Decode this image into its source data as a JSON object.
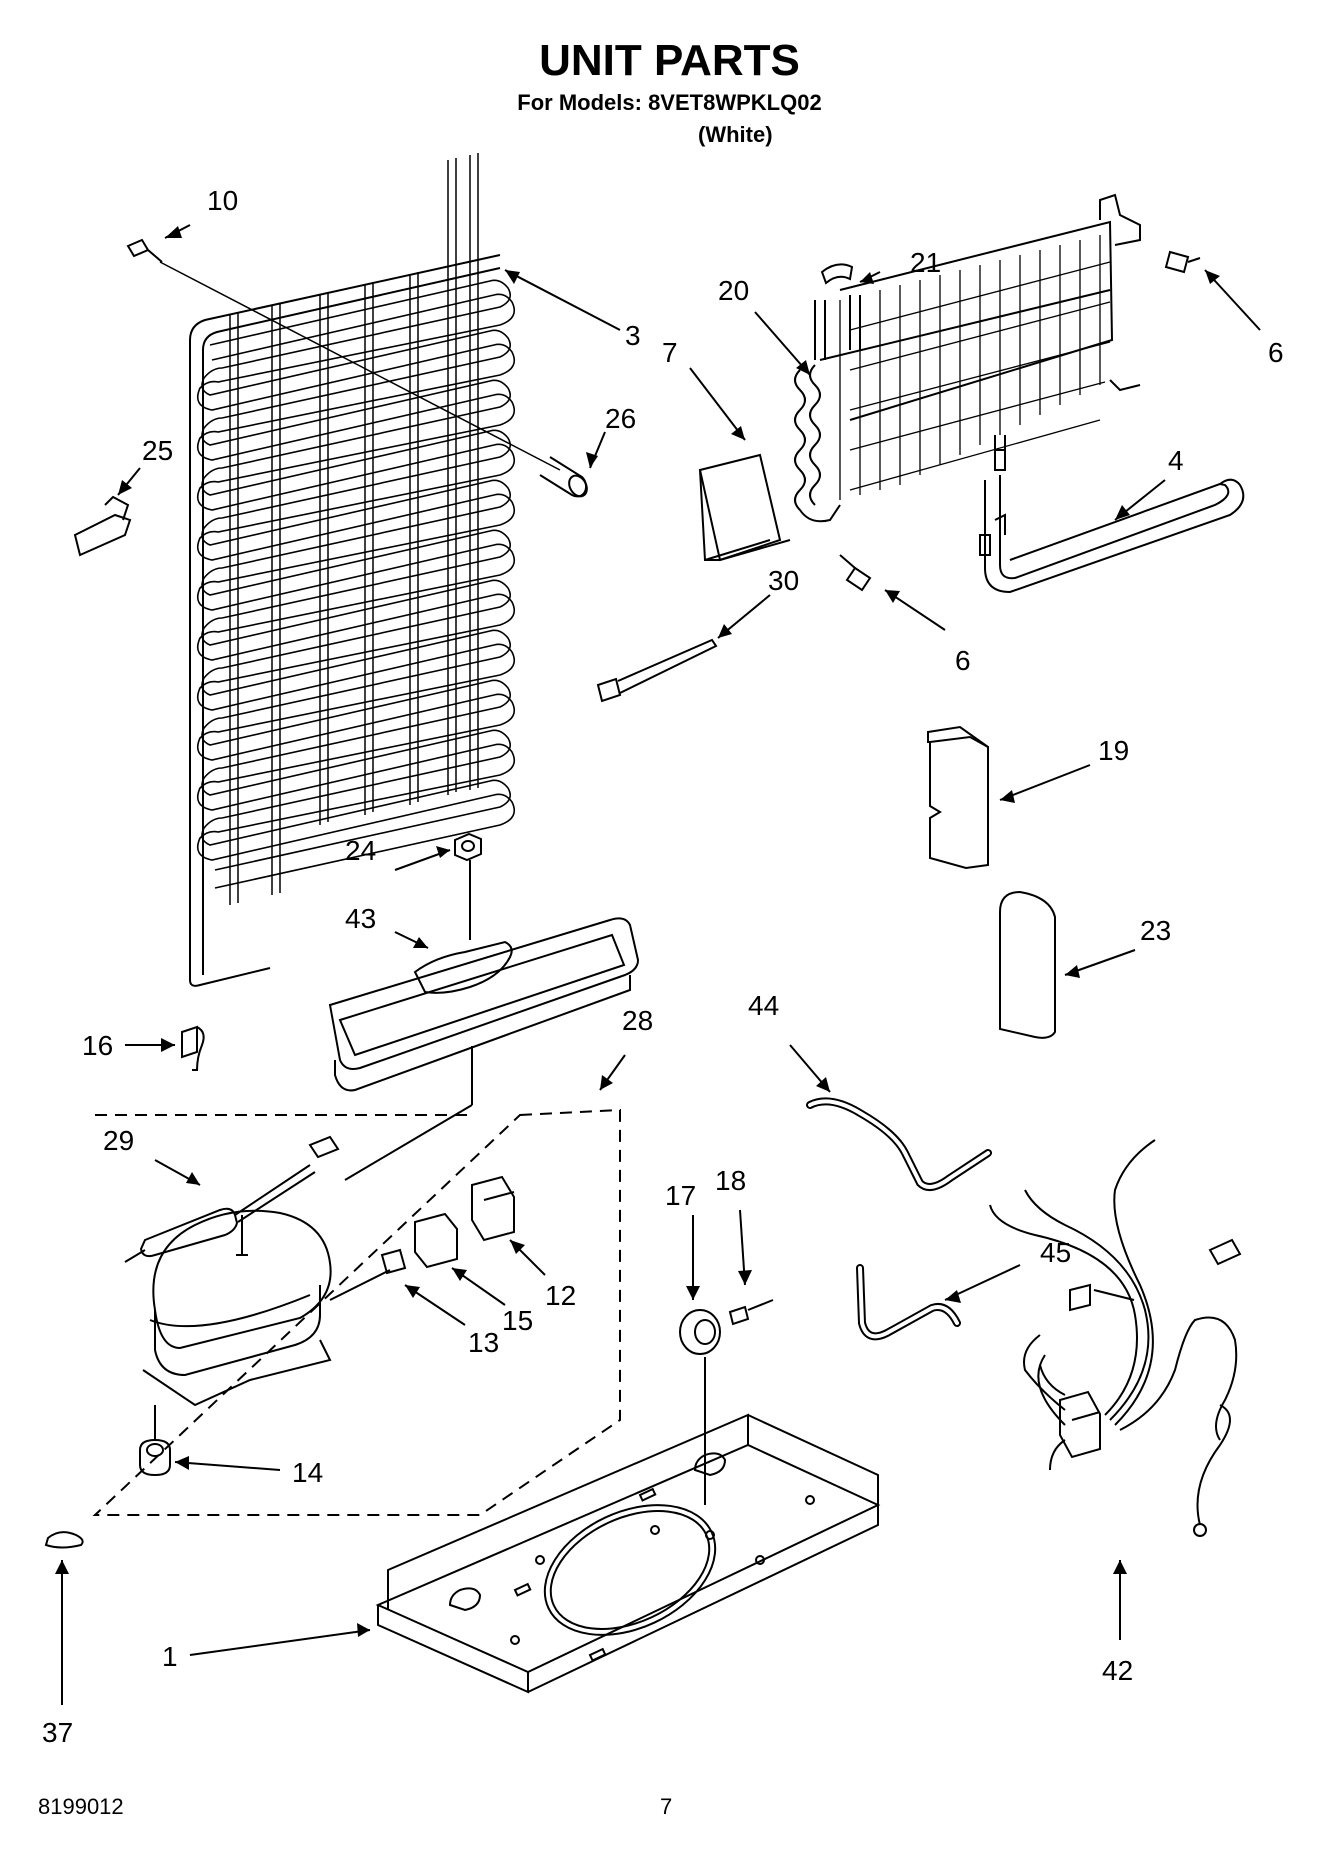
{
  "header": {
    "title": "UNIT PARTS",
    "models_line": "For Models: 8VET8WPKLQ02",
    "variant": "(White)"
  },
  "callouts": [
    {
      "id": "10",
      "label": "10"
    },
    {
      "id": "3",
      "label": "3"
    },
    {
      "id": "25",
      "label": "25"
    },
    {
      "id": "26",
      "label": "26"
    },
    {
      "id": "20",
      "label": "20"
    },
    {
      "id": "21",
      "label": "21"
    },
    {
      "id": "7",
      "label": "7"
    },
    {
      "id": "6a",
      "label": "6"
    },
    {
      "id": "4",
      "label": "4"
    },
    {
      "id": "30",
      "label": "30"
    },
    {
      "id": "6b",
      "label": "6"
    },
    {
      "id": "19",
      "label": "19"
    },
    {
      "id": "24",
      "label": "24"
    },
    {
      "id": "43",
      "label": "43"
    },
    {
      "id": "23",
      "label": "23"
    },
    {
      "id": "16",
      "label": "16"
    },
    {
      "id": "28",
      "label": "28"
    },
    {
      "id": "44",
      "label": "44"
    },
    {
      "id": "29",
      "label": "29"
    },
    {
      "id": "17",
      "label": "17"
    },
    {
      "id": "18",
      "label": "18"
    },
    {
      "id": "12",
      "label": "12"
    },
    {
      "id": "15",
      "label": "15"
    },
    {
      "id": "13",
      "label": "13"
    },
    {
      "id": "45",
      "label": "45"
    },
    {
      "id": "14",
      "label": "14"
    },
    {
      "id": "37",
      "label": "37"
    },
    {
      "id": "1",
      "label": "1"
    },
    {
      "id": "42",
      "label": "42"
    }
  ],
  "footer": {
    "doc_number": "8199012",
    "page_number": "7"
  }
}
